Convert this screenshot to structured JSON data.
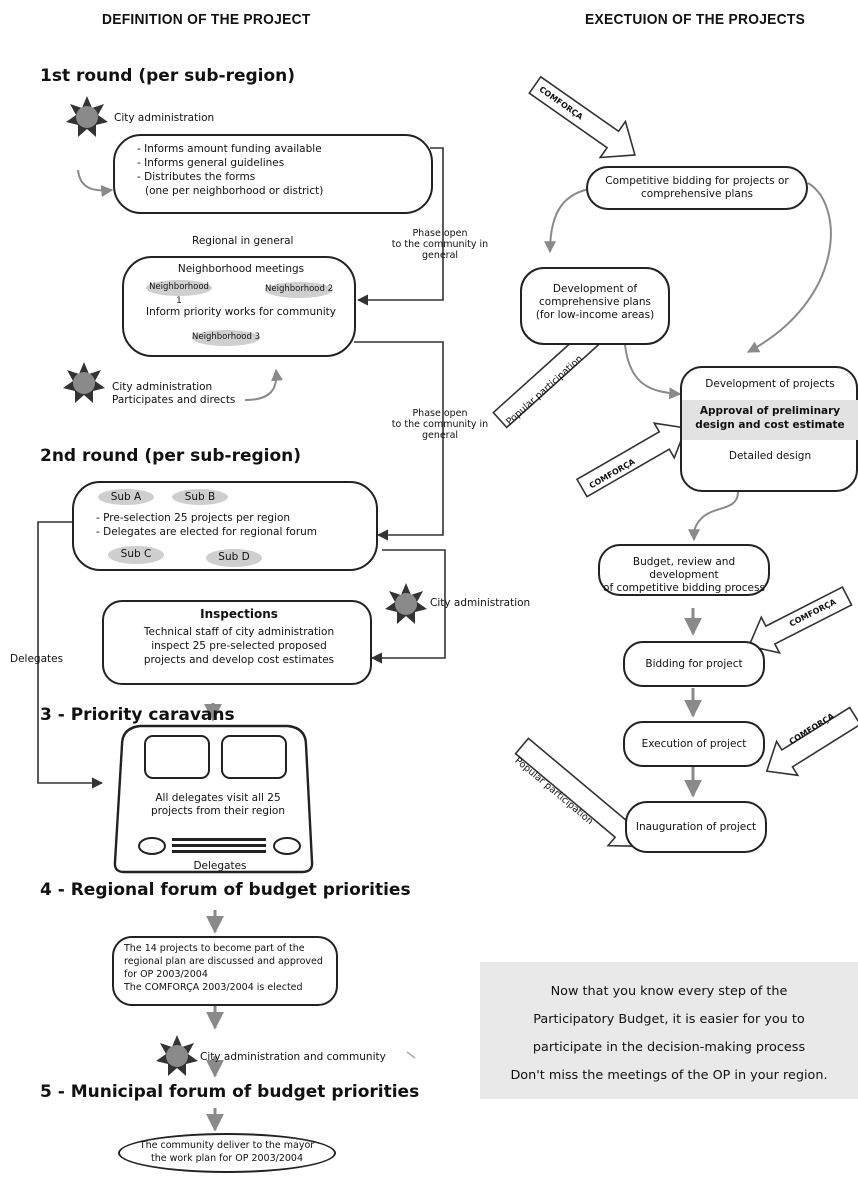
{
  "headers": {
    "left": "DEFINITION OF THE PROJECT",
    "right": "EXECTUION OF THE PROJECTS"
  },
  "rounds": {
    "r1": "1st round (per sub-region)",
    "r2": "2nd round (per sub-region)",
    "r3": "3 - Priority caravans",
    "r4": "4 - Regional forum of budget priorities",
    "r5": "5 - Municipal forum of budget priorities"
  },
  "left": {
    "city_admin_1": "City administration",
    "inform_box": {
      "l1": "- Informs amount funding available",
      "l2": "- Informs general guidelines",
      "l3": "- Distributes the forms",
      "l4": "(one per neighborhood or district)"
    },
    "phase_open_1": [
      "Phase open",
      "to the community in",
      "general"
    ],
    "regional_general": "Regional in general",
    "neigh_box": {
      "title": "Neighborhood meetings",
      "n1": "Neighborhood 1",
      "n2": "Neighborhood 2",
      "n3": "Neighborhood 3",
      "body": "Inform priority works for community"
    },
    "city_admin_2": {
      "l1": "City administration",
      "l2": "Participates and directs"
    },
    "phase_open_2": [
      "Phase open",
      "to the community in",
      "general"
    ],
    "round2_box": {
      "subA": "Sub A",
      "subB": "Sub B",
      "subC": "Sub C",
      "subD": "Sub D",
      "l1": "- Pre-selection 25 projects per region",
      "l2": "- Delegates are elected for regional forum"
    },
    "city_admin_3": "City administration",
    "delegates_side": "Delegates",
    "inspect_box": {
      "title": "Inspections",
      "l1": "Technical staff of city administration",
      "l2": "inspect 25 pre-selected proposed",
      "l3": "projects and develop cost estimates"
    },
    "bus": {
      "l1": "All delegates visit all 25",
      "l2": "projects from their region",
      "bottom": "Delegates"
    },
    "forum_box": {
      "l1": "The 14 projects to become part of the",
      "l2": "regional plan are discussed and approved",
      "l3": "for OP 2003/2004",
      "l4": "The COMFORÇA 2003/2004 is elected"
    },
    "city_admin_4": "City administration and community",
    "mayor_box": {
      "l1": "The community deliver to the mayor",
      "l2": "the work plan for OP 2003/2004"
    }
  },
  "right": {
    "comforca": "COMFORÇA",
    "popular": "Popular participation",
    "bidding_box": {
      "l1": "Competitive bidding for projects or",
      "l2": "comprehensive plans"
    },
    "comp_plans": {
      "l1": "Development of",
      "l2": "comprehensive plans",
      "l3": "(for low-income areas)"
    },
    "dev_projects": {
      "l1": "Development of projects",
      "bold1": "Approval of preliminary",
      "bold2": "design and cost estimate",
      "l3": "Detailed design"
    },
    "budget_review": {
      "l1": "Budget, review and development",
      "l2": "of competitive bidding process"
    },
    "bid_project": "Bidding for project",
    "exec_project": "Execution of project",
    "inaug_project": "Inauguration of project",
    "note": {
      "l1": "Now that you know every step of the",
      "l2": "Participatory Budget, it is easier for you to",
      "l3": "participate in the decision-making process",
      "l4": "Don't miss the meetings of the OP in your region."
    }
  },
  "colors": {
    "ink": "#222222",
    "arrow_gray": "#8a8a8a",
    "oval_gray": "#cfcfcf",
    "note_bg": "#e9e9e9"
  }
}
